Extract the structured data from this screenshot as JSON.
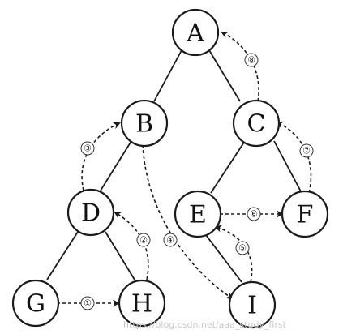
{
  "nodes": [
    {
      "id": "A",
      "label": "A"
    },
    {
      "id": "B",
      "label": "B"
    },
    {
      "id": "C",
      "label": "C"
    },
    {
      "id": "D",
      "label": "D"
    },
    {
      "id": "E",
      "label": "E"
    },
    {
      "id": "F",
      "label": "F"
    },
    {
      "id": "G",
      "label": "G"
    },
    {
      "id": "H",
      "label": "H"
    },
    {
      "id": "I",
      "label": "I"
    }
  ],
  "tree_edges": [
    {
      "from": "A",
      "to": "B"
    },
    {
      "from": "A",
      "to": "C"
    },
    {
      "from": "B",
      "to": "D"
    },
    {
      "from": "C",
      "to": "E"
    },
    {
      "from": "C",
      "to": "F"
    },
    {
      "from": "D",
      "to": "G"
    },
    {
      "from": "D",
      "to": "H"
    },
    {
      "from": "E",
      "to": "I"
    }
  ],
  "threads": [
    {
      "step": "①",
      "from": "G",
      "to": "H"
    },
    {
      "step": "②",
      "from": "H",
      "to": "D"
    },
    {
      "step": "③",
      "from": "D",
      "to": "B"
    },
    {
      "step": "④",
      "from": "B",
      "to": "I"
    },
    {
      "step": "⑤",
      "from": "I",
      "to": "E"
    },
    {
      "step": "⑥",
      "from": "E",
      "to": "F"
    },
    {
      "step": "⑦",
      "from": "F",
      "to": "C"
    },
    {
      "step": "⑧",
      "from": "C",
      "to": "A"
    }
  ],
  "watermark": "https://blog.csdn.net/aaa_study_first"
}
